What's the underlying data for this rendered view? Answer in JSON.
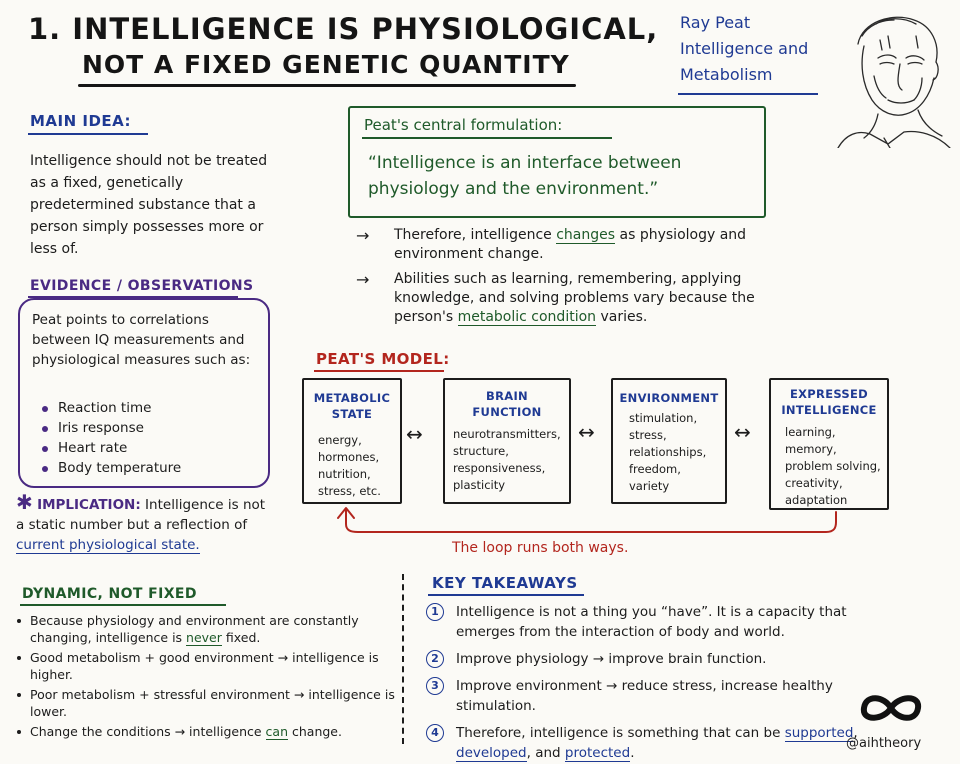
{
  "title": {
    "line1": "1. INTELLIGENCE IS PHYSIOLOGICAL,",
    "line2": "NOT A FIXED GENETIC QUANTITY"
  },
  "reference": {
    "line1": "Ray Peat",
    "line2": "Intelligence and",
    "line3": "Metabolism"
  },
  "main_idea": {
    "heading": "MAIN IDEA:",
    "text": "Intelligence should not be treated as a fixed, genetically predetermined substance that a person simply possesses more or less of."
  },
  "evidence": {
    "heading": "EVIDENCE / OBSERVATIONS",
    "intro": "Peat points to correlations between IQ measurements and physiological measures such as:",
    "items": [
      "Reaction time",
      "Iris response",
      "Heart rate",
      "Body temperature"
    ]
  },
  "implication": {
    "label": "IMPLICATION:",
    "text_before": " Intelligence is not a static number but a reflection of ",
    "highlight": "current physiological state."
  },
  "central": {
    "label": "Peat's central formulation:",
    "quote": "“Intelligence is an interface between physiology and the environment.”"
  },
  "conclusions": {
    "c1_before": "Therefore, intelligence ",
    "c1_highlight": "changes",
    "c1_after": " as physiology and environment change.",
    "c2_before": "Abilities such as learning, remembering, applying knowledge, and solving problems vary because the person's ",
    "c2_highlight": "metabolic condition",
    "c2_after": " varies."
  },
  "model": {
    "heading": "PEAT'S MODEL:",
    "boxes": [
      {
        "title": "METABOLIC STATE",
        "items": [
          "energy,",
          "hormones,",
          "nutrition,",
          "stress, etc."
        ]
      },
      {
        "title": "BRAIN FUNCTION",
        "items": [
          "neurotransmitters,",
          "structure,",
          "responsiveness,",
          "plasticity"
        ]
      },
      {
        "title": "ENVIRONMENT",
        "items": [
          "stimulation,",
          "stress,",
          "relationships,",
          "freedom,",
          "variety"
        ]
      },
      {
        "title": "EXPRESSED INTELLIGENCE",
        "items": [
          "learning,",
          "memory,",
          "problem solving,",
          "creativity,",
          "adaptation"
        ]
      }
    ],
    "loop_text": "The loop runs both ways."
  },
  "dynamic": {
    "heading": "DYNAMIC, NOT FIXED",
    "items": [
      {
        "before": "Because physiology and environment are constantly changing, intelligence is ",
        "highlight": "never",
        "after": " fixed."
      },
      {
        "before": "Good metabolism + good environment → intelligence is higher.",
        "highlight": "",
        "after": ""
      },
      {
        "before": "Poor metabolism + stressful environment → intelligence is lower.",
        "highlight": "",
        "after": ""
      },
      {
        "before": "Change the conditions → intelligence ",
        "highlight": "can",
        "after": " change."
      }
    ]
  },
  "takeaways": {
    "heading": "KEY TAKEAWAYS",
    "items": [
      {
        "num": "1",
        "text": "Intelligence is not a thing you “have”. It is a capacity that emerges from the interaction of body and world."
      },
      {
        "num": "2",
        "text": "Improve physiology → improve brain function."
      },
      {
        "num": "3",
        "text": "Improve environment → reduce stress, increase healthy stimulation."
      },
      {
        "num": "4",
        "before": "Therefore, intelligence is something that can be ",
        "h1": "supported",
        "sep1": ", ",
        "h2": "developed",
        "sep2": ", and ",
        "h3": "protected",
        "after": "."
      }
    ]
  },
  "handle": "@aihtheory",
  "colors": {
    "blue": "#1f3a93",
    "purple": "#4a2a83",
    "green": "#1f5a2a",
    "red": "#b3261e"
  }
}
